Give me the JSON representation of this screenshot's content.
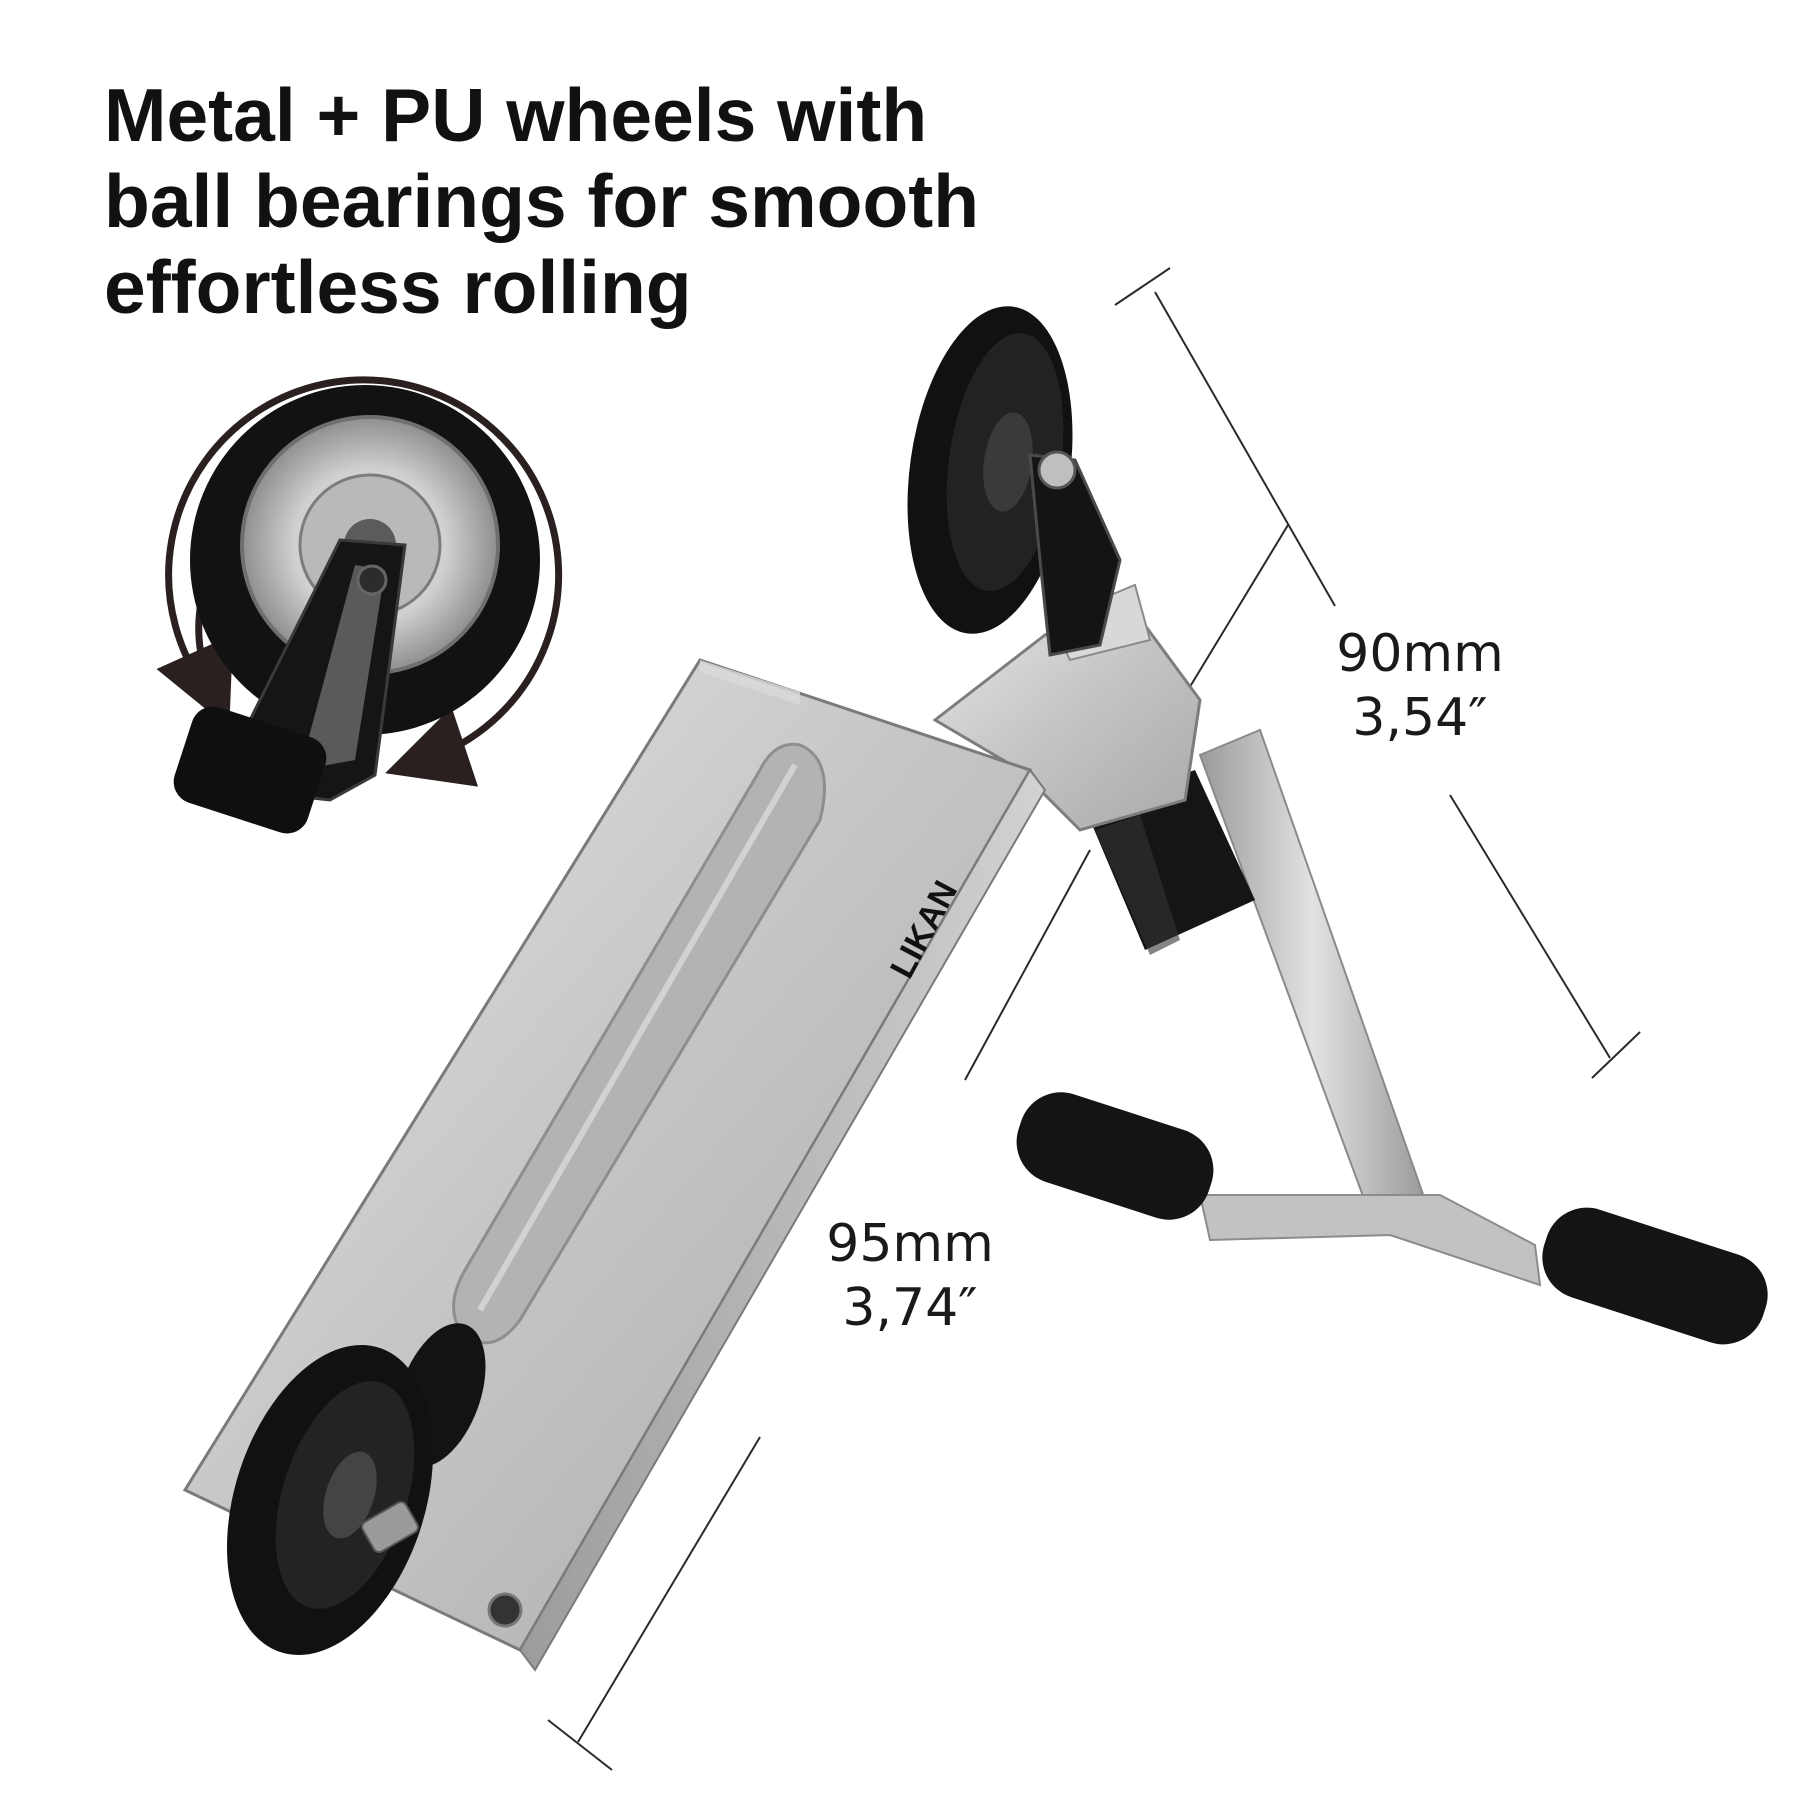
{
  "headline": {
    "line1": "Metal + PU wheels with",
    "line2": "ball bearings for smooth",
    "line3": "effortless rolling"
  },
  "dimensions": {
    "height": {
      "metric": "90mm",
      "imperial": "3,54″"
    },
    "width": {
      "metric": "95mm",
      "imperial": "3,74″"
    }
  },
  "logo_text": "LIKAN",
  "colors": {
    "background": "#ffffff",
    "aluminium": "#c8c8c8",
    "black_parts": "#111111",
    "text": "#111111"
  }
}
